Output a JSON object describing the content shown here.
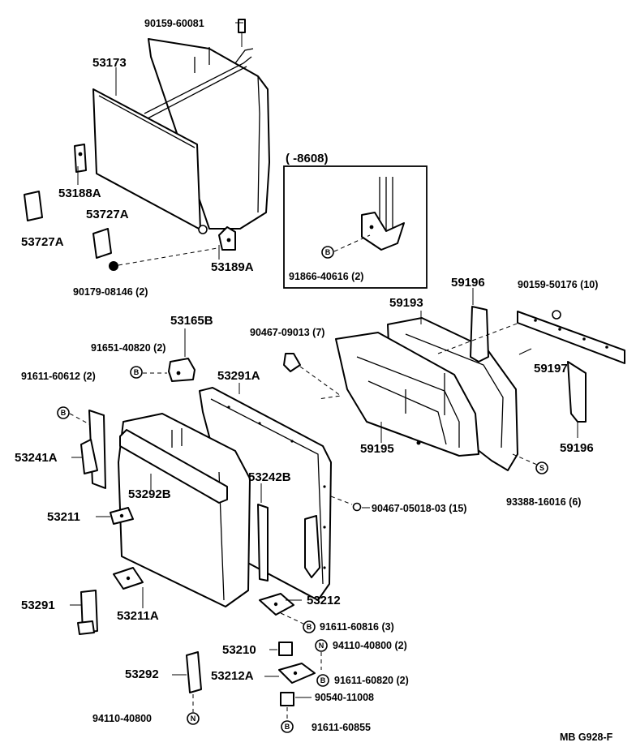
{
  "diagram": {
    "footer_code": "MB G928-F",
    "inset_label": "(     -8608)",
    "part_labels": {
      "p53173": "53173",
      "p53188A": "53188A",
      "p53727A_a": "53727A",
      "p53727A_b": "53727A",
      "p90179": "90179-08146 (2)",
      "p53189A": "53189A",
      "p90159_60081": "90159-60081",
      "p91866": "91866-40616 (2)",
      "p59196_a": "59196",
      "p90159_50176": "90159-50176 (10)",
      "p59193": "59193",
      "p59197": "59197",
      "p59196_b": "59196",
      "p59195": "59195",
      "p93388": "93388-16016 (6)",
      "p90467_09013": "90467-09013 (7)",
      "p53165B": "53165B",
      "p91651": "91651-40820 (2)",
      "p91611_60612": "91611-60612 (2)",
      "p53291A": "53291A",
      "p53241A": "53241A",
      "p53292B": "53292B",
      "p53242B": "53242B",
      "p90467_05018": "90467-05018-03 (15)",
      "p53211": "53211",
      "p53291": "53291",
      "p53211A": "53211A",
      "p53212": "53212",
      "p91611_60816": "91611-60816 (3)",
      "p53210": "53210",
      "p94110_40800_a": "94110-40800 (2)",
      "p53292": "53292",
      "p53212A": "53212A",
      "p91611_60820": "91611-60820 (2)",
      "p90540": "90540-11008",
      "p94110_40800_b": "94110-40800",
      "p91611_60855": "91611-60855"
    },
    "symbols": {
      "bolt": "B",
      "screw": "S",
      "nut": "N"
    }
  }
}
